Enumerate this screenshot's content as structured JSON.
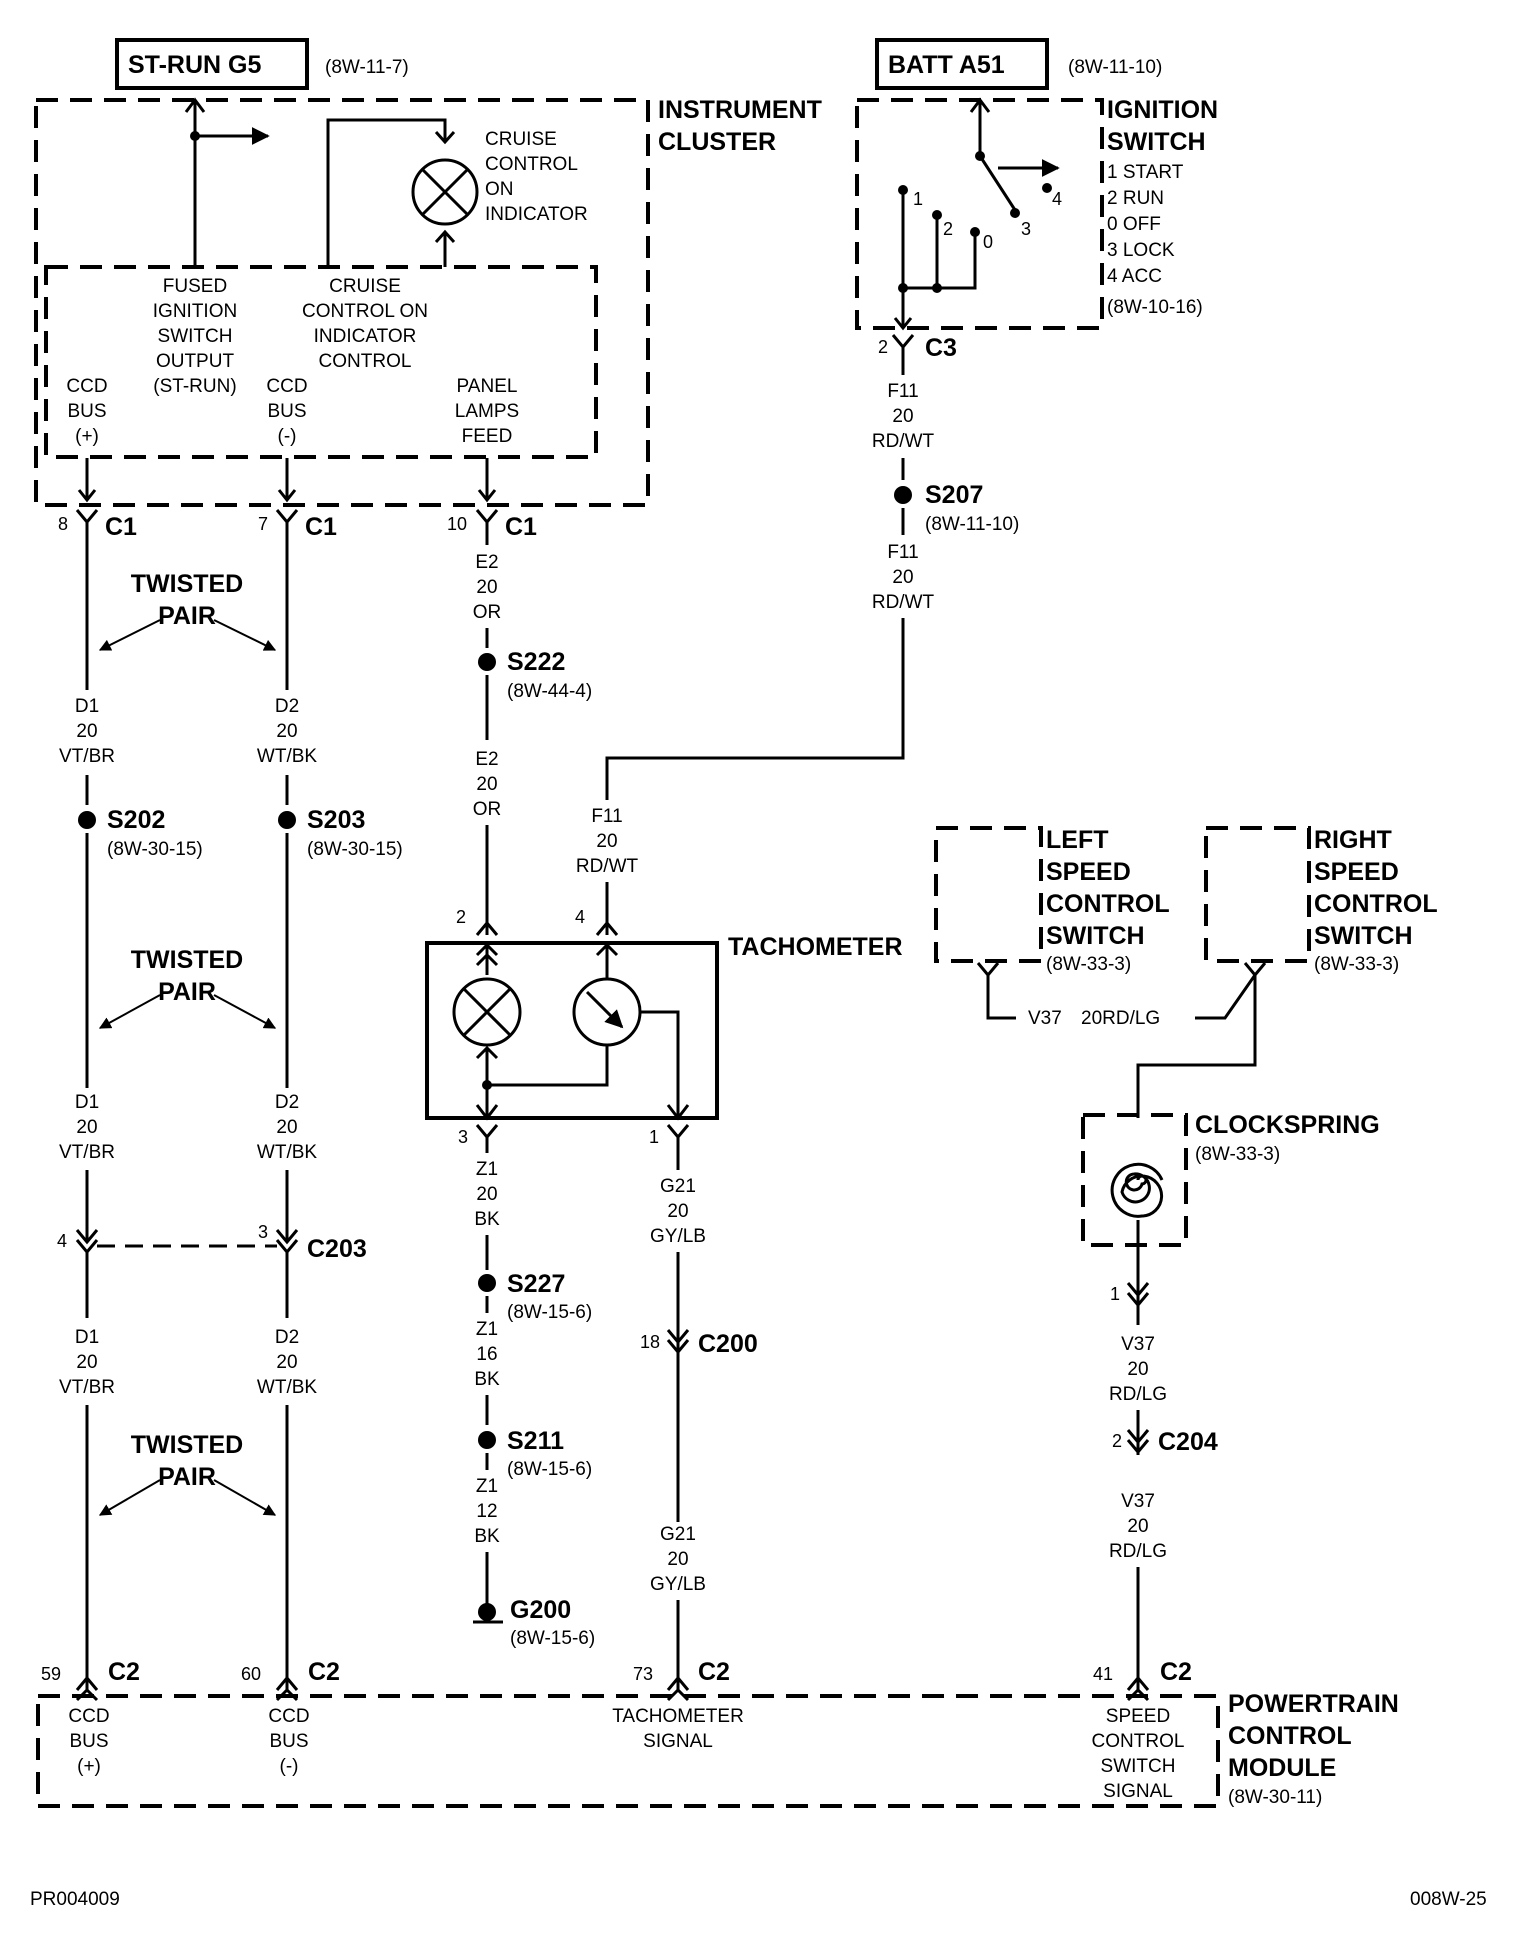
{
  "ref_st_run": "ST-RUN G5",
  "ref_st_run_page": "(8W-11-7)",
  "ref_batt": "BATT A51",
  "ref_batt_page": "(8W-11-10)",
  "instrument_cluster": [
    "INSTRUMENT",
    "CLUSTER"
  ],
  "cruise_indicator": [
    "CRUISE",
    "CONTROL",
    "ON",
    "INDICATOR"
  ],
  "fused_ignition": [
    "FUSED",
    "IGNITION",
    "SWITCH",
    "OUTPUT",
    "(ST-RUN)"
  ],
  "cruise_control": [
    "CRUISE",
    "CONTROL ON",
    "INDICATOR",
    "CONTROL"
  ],
  "ccd_bus_plus": [
    "CCD",
    "BUS",
    "(+)"
  ],
  "ccd_bus_minus": [
    "CCD",
    "BUS",
    "(-)"
  ],
  "panel_lamps": [
    "PANEL",
    "LAMPS",
    "FEED"
  ],
  "ignition_switch": {
    "title": [
      "IGNITION",
      "SWITCH"
    ],
    "positions": [
      "1 START",
      "2 RUN",
      "0 OFF",
      "3 LOCK",
      "4 ACC"
    ],
    "page": "(8W-10-16)",
    "contacts": [
      "1",
      "2",
      "0",
      "3",
      "4"
    ]
  },
  "connectors": {
    "c3": {
      "pin": "2",
      "name": "C3"
    },
    "c1a": {
      "pin": "8",
      "name": "C1"
    },
    "c1b": {
      "pin": "7",
      "name": "C1"
    },
    "c1c": {
      "pin": "10",
      "name": "C1"
    },
    "c203": {
      "pin_left": "4",
      "pin_right": "3",
      "name": "C203"
    },
    "c200": {
      "pin": "18",
      "name": "C200"
    },
    "c204": {
      "pin": "2",
      "name": "C204"
    },
    "clock_pin": "1",
    "tach_pins": [
      "2",
      "4",
      "3",
      "1"
    ],
    "c2": [
      {
        "pin": "59",
        "name": "C2"
      },
      {
        "pin": "60",
        "name": "C2"
      },
      {
        "pin": "73",
        "name": "C2"
      },
      {
        "pin": "41",
        "name": "C2"
      }
    ]
  },
  "wires": {
    "f11_a": [
      "F11",
      "20",
      "RD/WT"
    ],
    "f11_b": [
      "F11",
      "20",
      "RD/WT"
    ],
    "f11_c": [
      "F11",
      "20",
      "RD/WT"
    ],
    "e2_a": [
      "E2",
      "20",
      "OR"
    ],
    "e2_b": [
      "E2",
      "20",
      "OR"
    ],
    "d1_a": [
      "D1",
      "20",
      "VT/BR"
    ],
    "d2_a": [
      "D2",
      "20",
      "WT/BK"
    ],
    "d1_b": [
      "D1",
      "20",
      "VT/BR"
    ],
    "d2_b": [
      "D2",
      "20",
      "WT/BK"
    ],
    "d1_c": [
      "D1",
      "20",
      "VT/BR"
    ],
    "d2_c": [
      "D2",
      "20",
      "WT/BK"
    ],
    "z1_a": [
      "Z1",
      "20",
      "BK"
    ],
    "z1_b": [
      "Z1",
      "16",
      "BK"
    ],
    "z1_c": [
      "Z1",
      "12",
      "BK"
    ],
    "g21_a": [
      "G21",
      "20",
      "GY/LB"
    ],
    "g21_b": [
      "G21",
      "20",
      "GY/LB"
    ],
    "v37_a": [
      "V37",
      "20",
      "RD/LG"
    ],
    "v37_b": [
      "V37",
      "20",
      "RD/LG"
    ],
    "v37_left": "V37",
    "v37_right": "20RD/LG"
  },
  "splices": {
    "s207": {
      "name": "S207",
      "page": "(8W-11-10)"
    },
    "s222": {
      "name": "S222",
      "page": "(8W-44-4)"
    },
    "s202": {
      "name": "S202",
      "page": "(8W-30-15)"
    },
    "s203": {
      "name": "S203",
      "page": "(8W-30-15)"
    },
    "s227": {
      "name": "S227",
      "page": "(8W-15-6)"
    },
    "s211": {
      "name": "S211",
      "page": "(8W-15-6)"
    },
    "g200": {
      "name": "G200",
      "page": "(8W-15-6)"
    }
  },
  "twisted_pair": [
    "TWISTED",
    "PAIR"
  ],
  "tachometer": "TACHOMETER",
  "left_speed": {
    "title": [
      "LEFT",
      "SPEED",
      "CONTROL",
      "SWITCH"
    ],
    "page": "(8W-33-3)"
  },
  "right_speed": {
    "title": [
      "RIGHT",
      "SPEED",
      "CONTROL",
      "SWITCH"
    ],
    "page": "(8W-33-3)"
  },
  "clockspring": {
    "title": "CLOCKSPRING",
    "page": "(8W-33-3)"
  },
  "pcm": {
    "title": [
      "POWERTRAIN",
      "CONTROL",
      "MODULE"
    ],
    "page": "(8W-30-11)"
  },
  "tach_signal": [
    "TACHOMETER",
    "SIGNAL"
  ],
  "speed_signal": [
    "SPEED",
    "CONTROL",
    "SWITCH",
    "SIGNAL"
  ],
  "footer_left": "PR004009",
  "footer_right": "008W-25"
}
